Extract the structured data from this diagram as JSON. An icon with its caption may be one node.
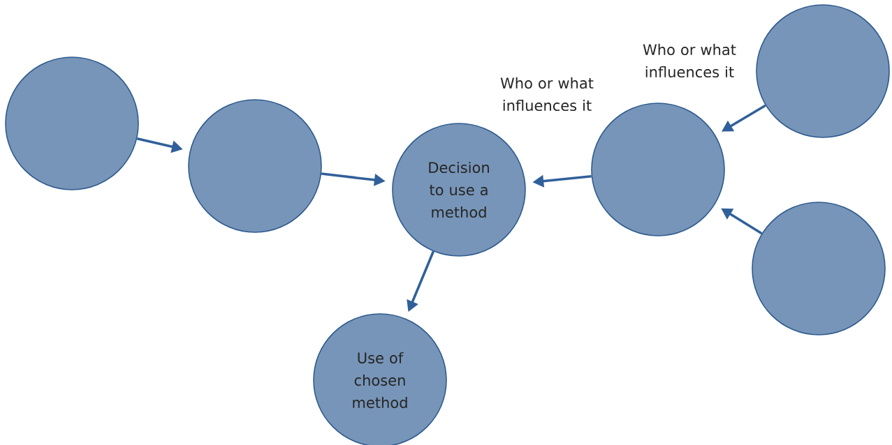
{
  "diagram": {
    "nodes": [
      {
        "text": [],
        "shape": "circle"
      },
      {
        "text": [],
        "shape": "circle"
      },
      {
        "text": [
          "Decision to use a method"
        ]
      },
      {
        "text": [
          "Use of chosen method"
        ]
      },
      {
        "text": [],
        "shape": "circle"
      },
      {
        "text": [],
        "shape": "circle"
      },
      {
        "text": [],
        "shape": "circle"
      }
    ],
    "edges": [
      {
        "from": 0,
        "to": 1,
        "arrow": "to"
      },
      {
        "from": 1,
        "to": 2,
        "arrow": "to"
      },
      {
        "from": 4,
        "to": 2,
        "arrow": "to"
      },
      {
        "from": 5,
        "to": 4,
        "arrow": "to"
      },
      {
        "from": 6,
        "to": 4,
        "arrow": "to"
      },
      {
        "from": 2,
        "to": 3,
        "arrow": "to"
      }
    ],
    "labels": [
      "Who or what influences it",
      "Who or what influences it"
    ]
  }
}
